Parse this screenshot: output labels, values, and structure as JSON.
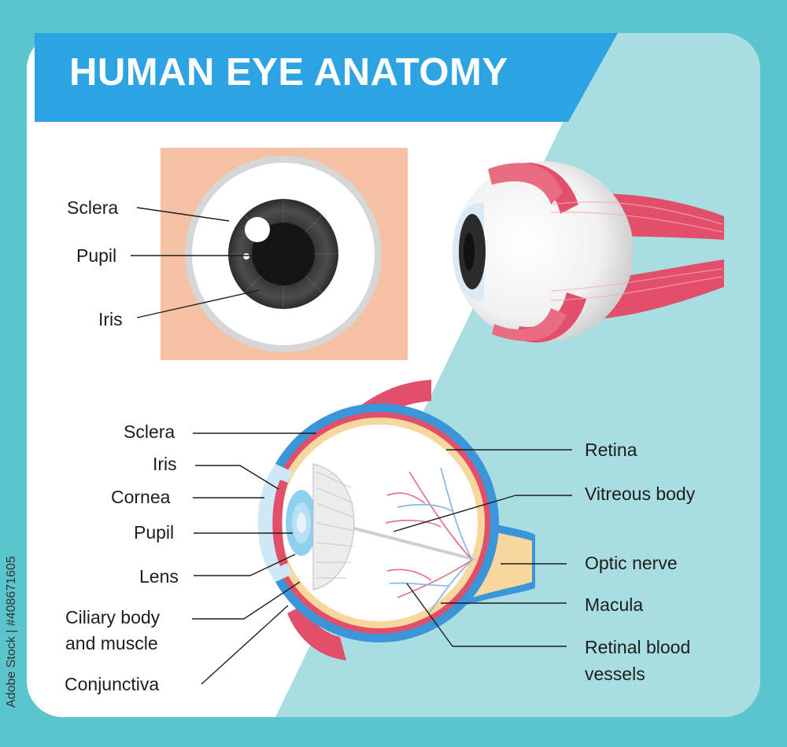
{
  "title": "HUMAN EYE ANATOMY",
  "front_view_labels": {
    "sclera": "Sclera",
    "pupil": "Pupil",
    "iris": "Iris"
  },
  "cross_section_left_labels": {
    "sclera": "Sclera",
    "iris": "Iris",
    "cornea": "Cornea",
    "pupil": "Pupil",
    "lens": "Lens",
    "ciliary_line1": "Ciliary body",
    "ciliary_line2": "and muscle",
    "conjunctiva": "Conjunctiva"
  },
  "cross_section_right_labels": {
    "retina": "Retina",
    "vitreous": "Vitreous body",
    "optic_nerve": "Optic nerve",
    "macula": "Macula",
    "vessels_line1": "Retinal blood",
    "vessels_line2": "vessels"
  },
  "watermark": "Adobe Stock | #408671605",
  "colors": {
    "background": "#5cc4cc",
    "panel_light": "#a8dde2",
    "title_bar": "#2ea3e3",
    "skin": "#f6c1a3",
    "muscle": "#e24f6a",
    "sclera_blue": "#3b95d9"
  }
}
